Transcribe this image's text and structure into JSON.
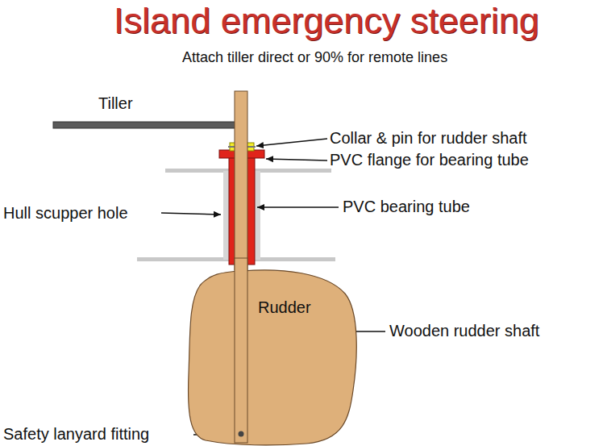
{
  "diagram": {
    "title": "Island emergency steering",
    "nodes": [
      {
        "text": [
          "Rudder"
        ]
      }
    ],
    "labels": [
      "Attach tiller direct or 90% for remote lines",
      "Tiller",
      "Collar & pin for rudder shaft",
      "PVC flange for bearing tube",
      "Hull scupper hole",
      "PVC bearing tube",
      "Wooden rudder shaft",
      "Safety lanyard fitting"
    ]
  }
}
